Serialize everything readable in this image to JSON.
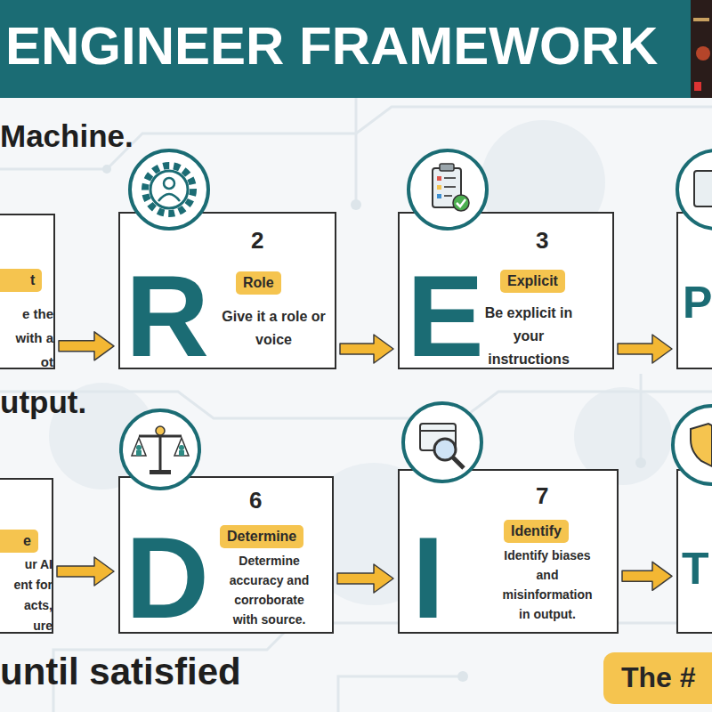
{
  "diagram": {
    "title": "ENGINEER FRAMEWORK",
    "nodes": [
      {
        "text": [
          "t",
          "e the with a ot"
        ]
      },
      {
        "text": [
          "2",
          "Role",
          "Give it a role or voice",
          "R"
        ]
      },
      {
        "text": [
          "3",
          "Explicit",
          "Be explicit in your instructions",
          "E"
        ]
      },
      {
        "text": [
          "P"
        ]
      },
      {
        "text": [
          "e",
          "ur AI ent for acts, ure"
        ]
      },
      {
        "text": [
          "6",
          "Determine",
          "Determine accuracy and corroborate with source.",
          "D"
        ]
      },
      {
        "text": [
          "7",
          "Identify",
          "Identify biases and misinformation in output.",
          "I"
        ]
      },
      {
        "text": [
          "T"
        ]
      },
      {
        "text": [
          "The #"
        ]
      }
    ],
    "edges": [
      {
        "from": 0,
        "to": 1,
        "arrow": "to"
      },
      {
        "from": 1,
        "to": 2,
        "arrow": "to"
      },
      {
        "from": 2,
        "to": 3,
        "arrow": "to"
      },
      {
        "from": 4,
        "to": 5,
        "arrow": "to"
      },
      {
        "from": 5,
        "to": 6,
        "arrow": "to"
      },
      {
        "from": 6,
        "to": 7,
        "arrow": "to"
      }
    ],
    "labels": [
      "Machine.",
      "utput.",
      "until satisfied"
    ]
  }
}
